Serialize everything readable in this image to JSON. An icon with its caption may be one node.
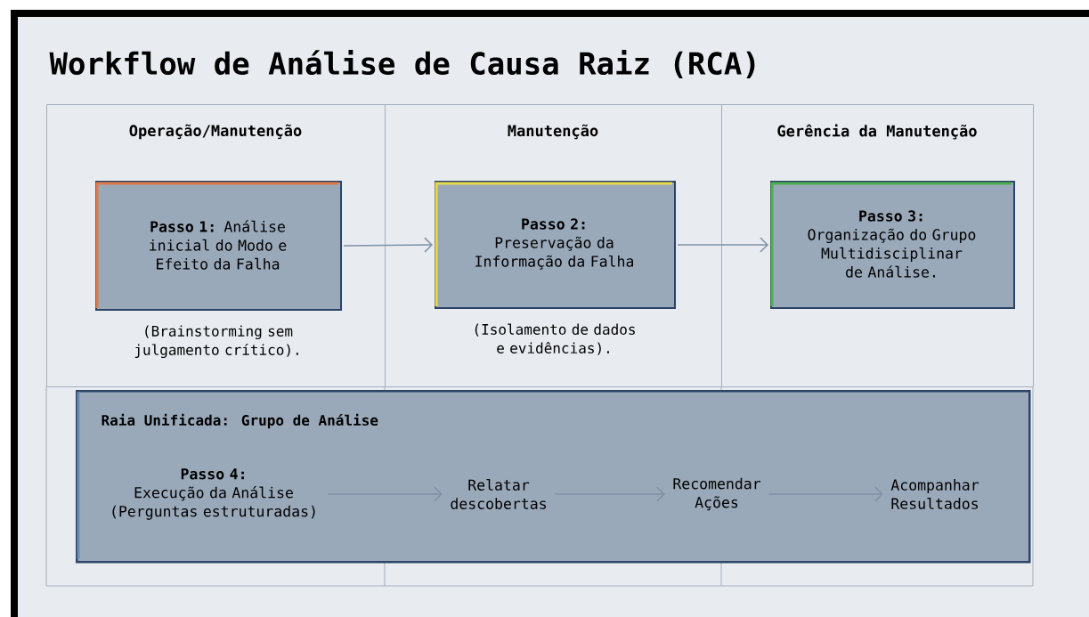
{
  "diagram": {
    "title": "Workflow de Análise de Causa Raiz (RCA)",
    "nodes": [
      {
        "text": [
          "Operação/Manutenção"
        ]
      },
      {
        "text": [
          "Manutenção"
        ]
      },
      {
        "text": [
          "Gerência da Manutenção"
        ]
      },
      {
        "text": [
          "**Passo 1:** Análise inicial do Modo e Efeito da Falha"
        ],
        "in": 0,
        "beside": [
          "(Brainstorming sem julgamento crítico)."
        ]
      },
      {
        "text": [
          "Passo 2:",
          "Preservação da Informação da Falha"
        ],
        "in": 1,
        "beside": [
          "(Isolamento de dados e evidências)."
        ]
      },
      {
        "text": [
          "Passo 3:",
          "Organização do Grupo Multidisciplinar de Análise."
        ],
        "in": 2
      },
      {
        "text": [
          "Raia Unificada: Grupo de Análise"
        ]
      },
      {
        "text": [
          "Passo 4:",
          "Execução da Análise (Perguntas estruturadas)"
        ],
        "in": 6
      },
      {
        "text": [
          "Relatar descobertas"
        ],
        "in": 6
      },
      {
        "text": [
          "Recomendar Ações"
        ],
        "in": 6
      },
      {
        "text": [
          "Acompanhar Resultados"
        ],
        "in": 6
      }
    ],
    "edges": [
      {
        "from": 3,
        "to": 4,
        "arrow": "to"
      },
      {
        "from": 4,
        "to": 5,
        "arrow": "to"
      },
      {
        "from": 7,
        "to": 8,
        "arrow": "to"
      },
      {
        "from": 8,
        "to": 9,
        "arrow": "to"
      },
      {
        "from": 9,
        "to": 10,
        "arrow": "to"
      }
    ]
  }
}
